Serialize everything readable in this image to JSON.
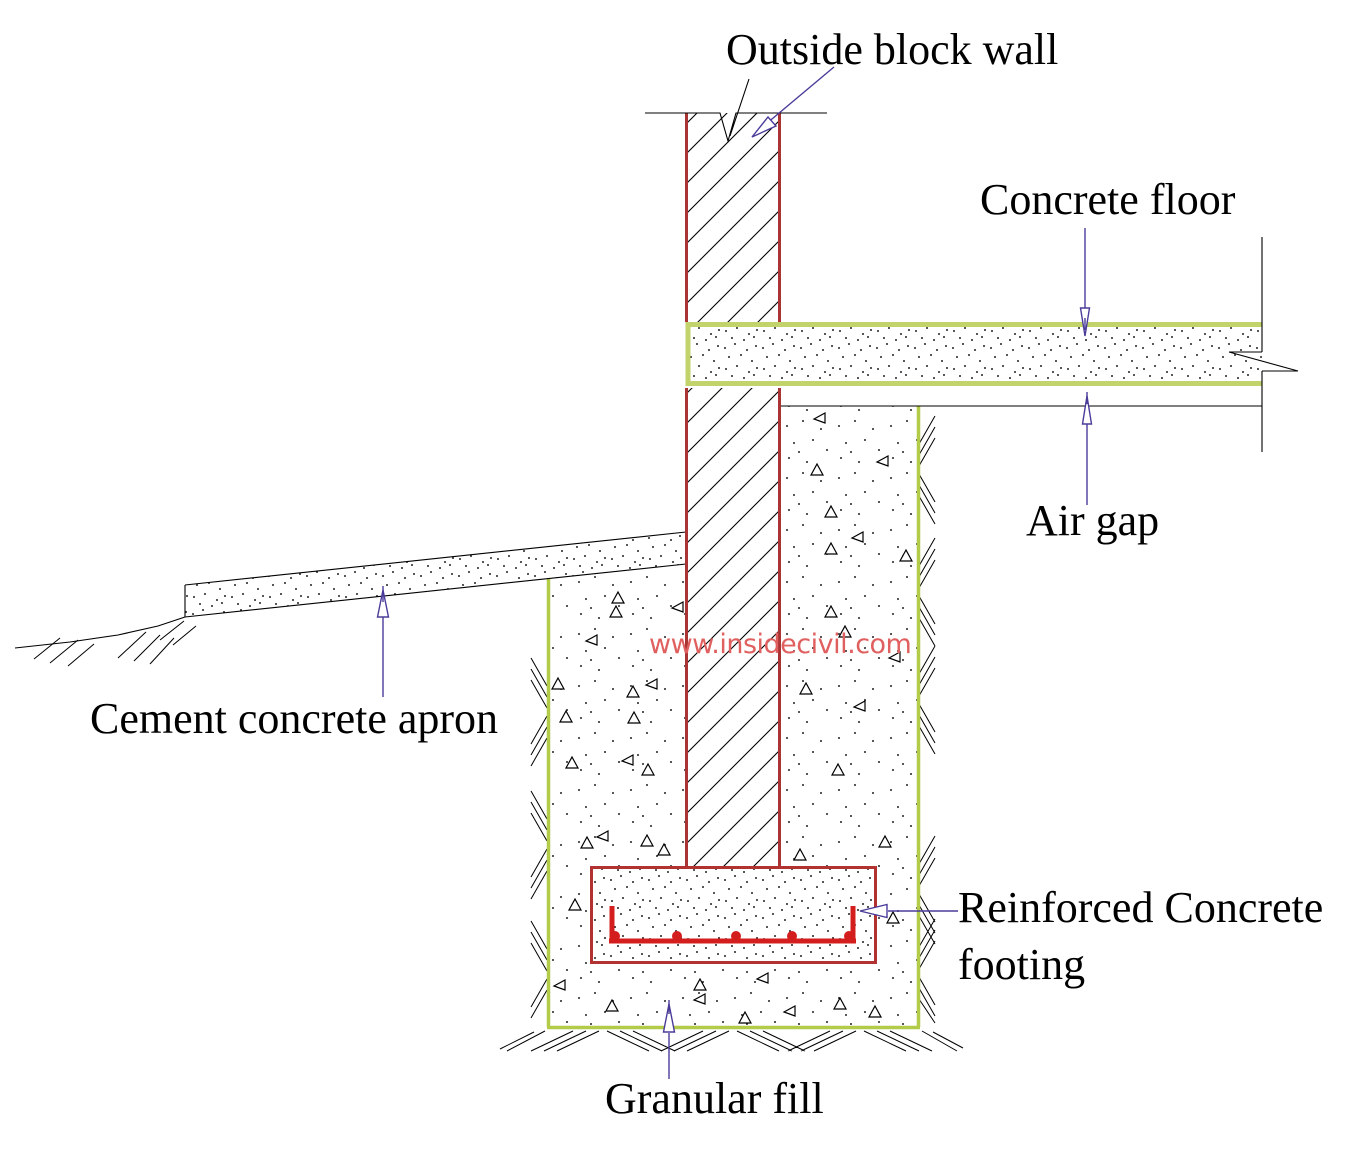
{
  "diagram": {
    "title_context": "Foundation wall cross-section detail",
    "labels": {
      "outside_block_wall": "Outside block wall",
      "concrete_floor": "Concrete floor",
      "air_gap": "Air gap",
      "cement_concrete_apron": "Cement concrete apron",
      "reinforced_concrete_footing_line1": "Reinforced Concrete",
      "reinforced_concrete_footing_line2": "footing",
      "granular_fill": "Granular fill"
    },
    "watermark": "www.insidecivil.com",
    "colors": {
      "wall_outline": "#a83434",
      "footing_outline": "#b23232",
      "rebar": "#d41e1e",
      "floor_edge_green": "#c2d36c",
      "fill_border_green": "#b2cb48",
      "leader_blue": "#4b3b99",
      "watermark_pink": "#e06060",
      "line_black": "#000000",
      "text_black": "#000000"
    }
  }
}
